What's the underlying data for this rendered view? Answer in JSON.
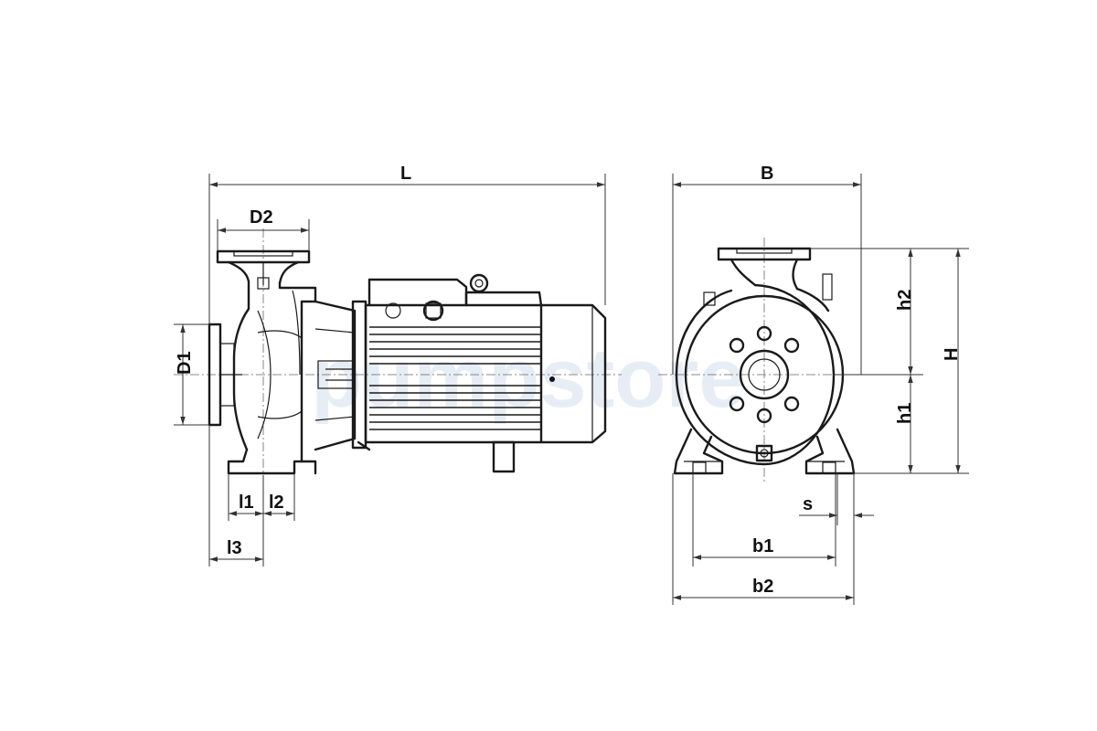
{
  "watermark": "pumpstore",
  "side_view": {
    "overall_length": "L",
    "discharge_flange": "D2",
    "suction_flange": "D1",
    "foot_offset_1": "l1",
    "foot_offset_2": "l2",
    "suction_offset": "l3"
  },
  "front_view": {
    "overall_width": "B",
    "upper_height": "h2",
    "shaft_height": "h1",
    "total_height": "H",
    "foot_thickness": "s",
    "bolt_spacing": "b1",
    "foot_width": "b2"
  }
}
